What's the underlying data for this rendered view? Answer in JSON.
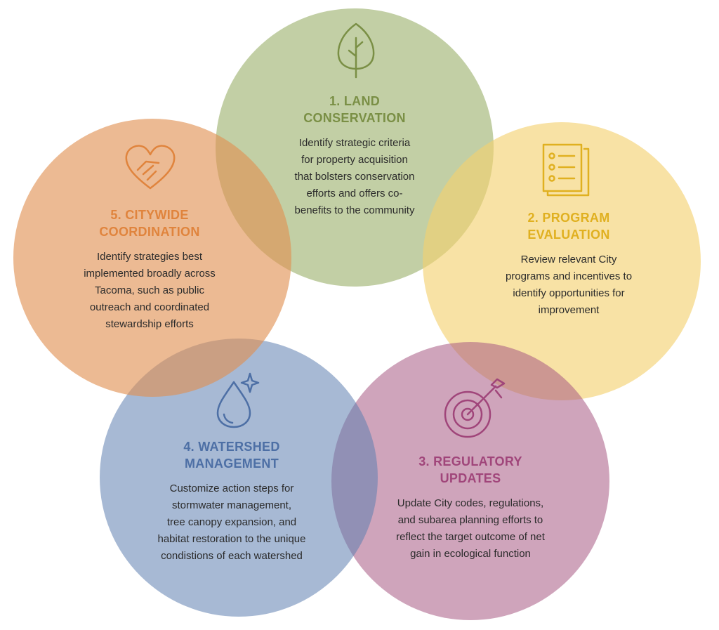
{
  "colors": {
    "land": "#9cb16e",
    "program": "#f3d16e",
    "regulatory": "#a85a83",
    "watershed": "#5e7fb0",
    "citywide": "#e09050",
    "land_text": "#7a8f45",
    "program_text": "#e0b020",
    "regulatory_text": "#a0457a",
    "watershed_text": "#4d6fa5",
    "citywide_text": "#e0843d"
  },
  "items": [
    {
      "key": "land",
      "icon": "tree-icon",
      "title_lines": [
        "1. LAND",
        "CONSERVATION"
      ],
      "desc_lines": [
        "Identify strategic criteria",
        "for property acquisition",
        "that bolsters conservation",
        "efforts and offers co-",
        "benefits to the community"
      ]
    },
    {
      "key": "program",
      "icon": "document-list-icon",
      "title_lines": [
        "2. PROGRAM",
        "EVALUATION"
      ],
      "desc_lines": [
        "Review relevant City",
        "programs and incentives to",
        "identify opportunities for",
        "improvement"
      ]
    },
    {
      "key": "regulatory",
      "icon": "target-arrow-icon",
      "title_lines": [
        "3. REGULATORY",
        "UPDATES"
      ],
      "desc_lines": [
        "Update City codes, regulations,",
        "and subarea planning efforts to",
        "reflect the target outcome of net",
        "gain in ecological function"
      ]
    },
    {
      "key": "watershed",
      "icon": "water-drop-icon",
      "title_lines": [
        "4. WATERSHED",
        "MANAGEMENT"
      ],
      "desc_lines": [
        "Customize action steps for",
        "stormwater management,",
        "tree canopy expansion, and",
        "habitat restoration to the unique",
        "condistions of each watershed"
      ]
    },
    {
      "key": "citywide",
      "icon": "heart-hand-icon",
      "title_lines": [
        "5. CITYWIDE",
        "COORDINATION"
      ],
      "desc_lines": [
        "Identify strategies best",
        "implemented broadly across",
        "Tacoma, such as public",
        "outreach and coordinated",
        "stewardship efforts"
      ]
    }
  ]
}
